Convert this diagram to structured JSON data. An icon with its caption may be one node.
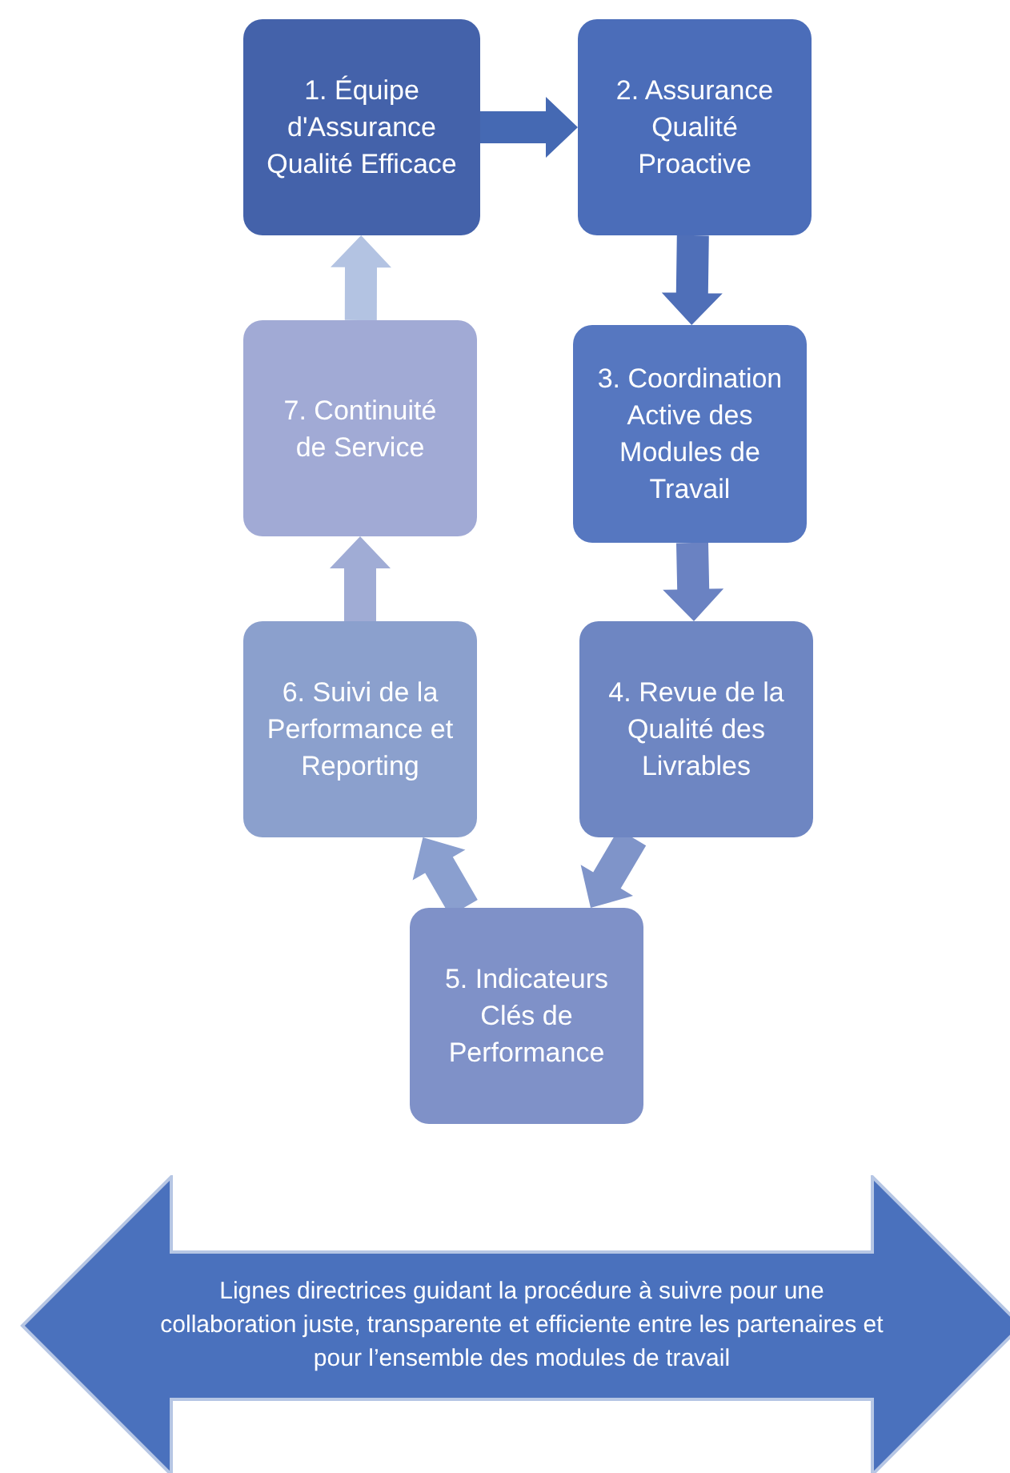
{
  "diagram": {
    "nodes": [
      {
        "text": [
          "1. Équipe d'Assurance Qualité Efficace"
        ]
      },
      {
        "text": [
          "2. Assurance Qualité Proactive"
        ]
      },
      {
        "text": [
          "3. Coordination Active des Modules de Travail"
        ]
      },
      {
        "text": [
          "4. Revue de la Qualité des Livrables"
        ]
      },
      {
        "text": [
          "5. Indicateurs Clés de Performance"
        ]
      },
      {
        "text": [
          "6. Suivi de la Performance et Reporting"
        ]
      },
      {
        "text": [
          "7. Continuité de Service"
        ]
      },
      {
        "text": [
          "Lignes directrices guidant la procédure à suivre pour une collaboration juste, transparente et efficiente entre les partenaires et pour l’ensemble des modules de travail"
        ]
      }
    ],
    "edges": [
      {
        "from": 0,
        "to": 1,
        "arrow": "to",
        "style": "thick",
        "color": "#4569b3"
      },
      {
        "from": 1,
        "to": 2,
        "arrow": "to",
        "style": "thick",
        "color": "#4f6fb8"
      },
      {
        "from": 2,
        "to": 3,
        "arrow": "to",
        "style": "thick",
        "color": "#6a82c2"
      },
      {
        "from": 3,
        "to": 4,
        "arrow": "to",
        "style": "thick",
        "color": "#7f94c9"
      },
      {
        "from": 4,
        "to": 5,
        "arrow": "to",
        "style": "thick",
        "color": "#8a9fcf"
      },
      {
        "from": 5,
        "to": 6,
        "arrow": "to",
        "style": "thick",
        "color": "#a0acd5"
      },
      {
        "from": 6,
        "to": 0,
        "arrow": "to",
        "style": "thick",
        "color": "#b3c3e2"
      }
    ]
  }
}
